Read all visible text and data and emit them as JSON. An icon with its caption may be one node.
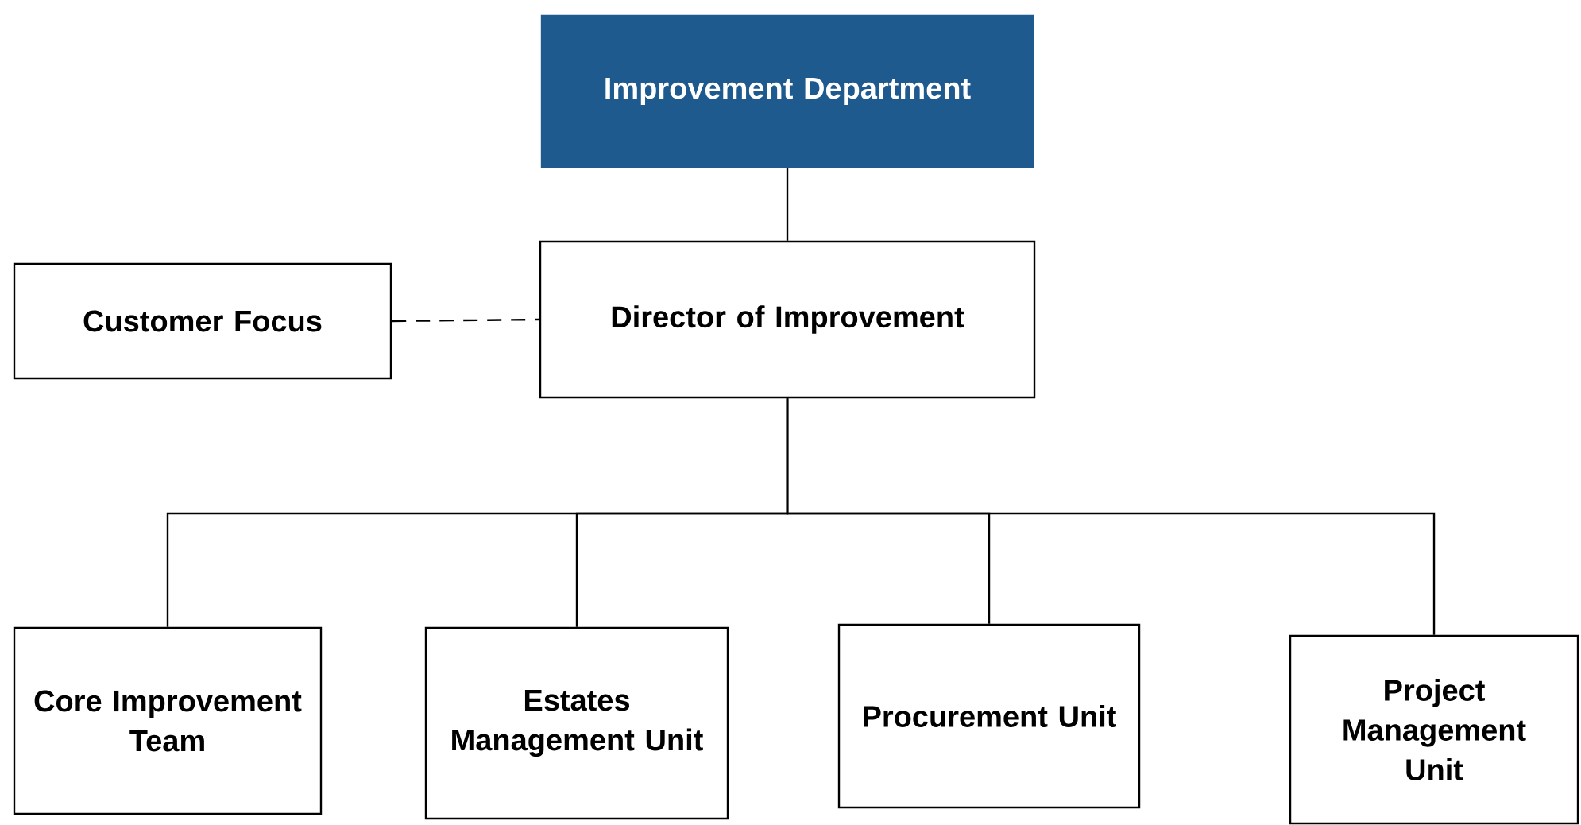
{
  "diagram": {
    "nodes": [
      {
        "text": [
          "Improvement Department"
        ]
      },
      {
        "text": [
          "Director of Improvement"
        ]
      },
      {
        "text": [
          "Customer Focus"
        ]
      },
      {
        "text": [
          "Core Improvement Team"
        ]
      },
      {
        "text": [
          "Estates Management Unit"
        ]
      },
      {
        "text": [
          "Procurement Unit"
        ]
      },
      {
        "text": [
          "Project Management Unit"
        ]
      }
    ],
    "edges": [
      {
        "from": 0,
        "to": 1,
        "arrow": "none"
      },
      {
        "from": 2,
        "to": 1,
        "arrow": "none",
        "style": "dashed"
      },
      {
        "from": 1,
        "to": 3,
        "arrow": "none"
      },
      {
        "from": 1,
        "to": 4,
        "arrow": "none"
      },
      {
        "from": 1,
        "to": 5,
        "arrow": "none"
      },
      {
        "from": 1,
        "to": 6,
        "arrow": "none"
      }
    ]
  }
}
